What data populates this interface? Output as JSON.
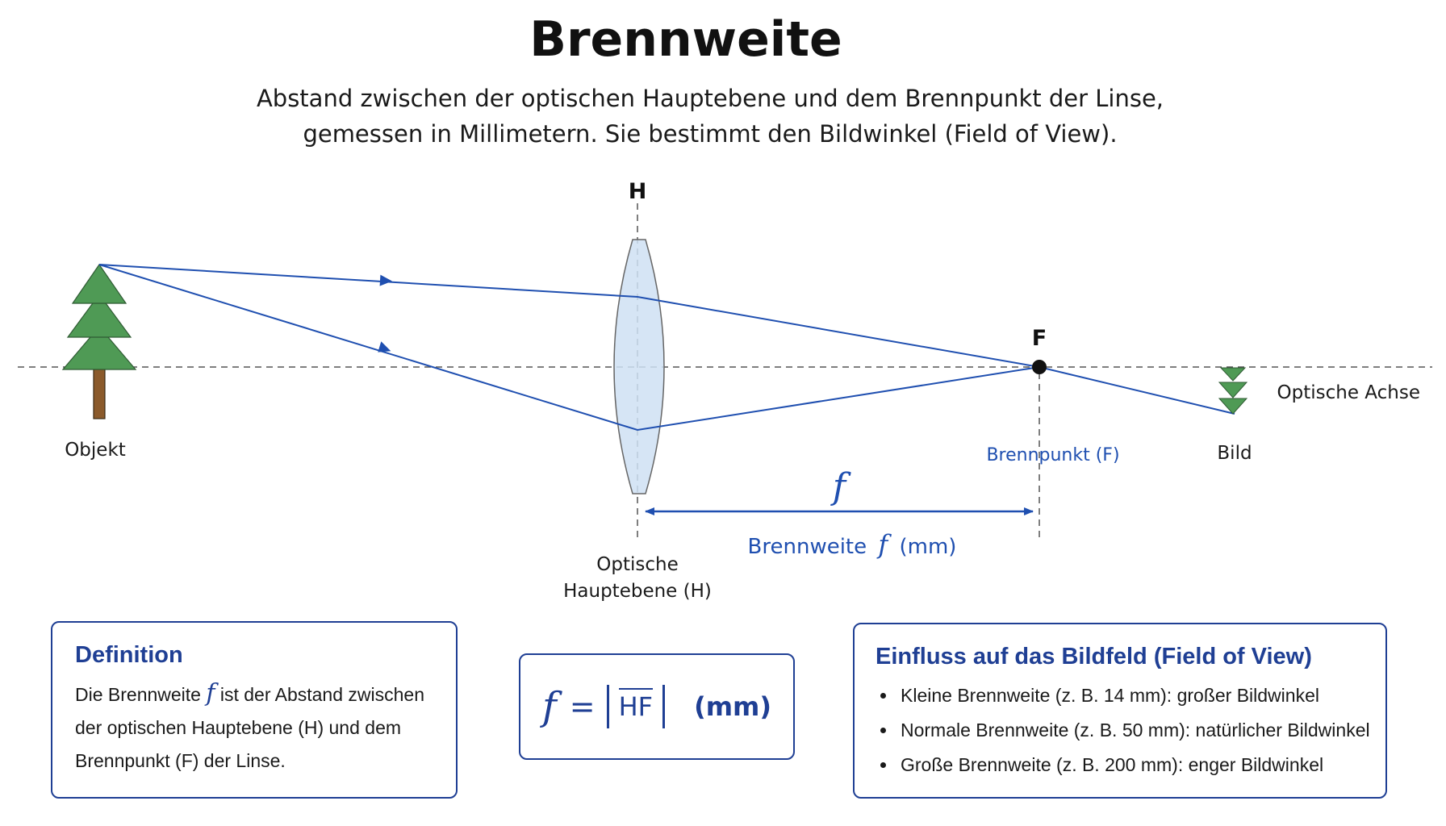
{
  "title": "Brennweite",
  "subtitle": {
    "line1": "Abstand zwischen der optischen Hauptebene und dem Brennpunkt der Linse,",
    "line2": "gemessen in Millimetern. Sie bestimmt den Bildwinkel (Field of View)."
  },
  "diagram": {
    "h_label": "H",
    "f_point_label": "F",
    "object_label": "Objekt",
    "image_label": "Bild",
    "axis_label": "Optische Achse",
    "focal_point_label": "Brennpunkt (F)",
    "principal_plane_line1": "Optische",
    "principal_plane_line2": "Hauptebene (H)",
    "f_symbol": "f",
    "focal_length_prefix": "Brennweite",
    "focal_length_suffix": "(mm)"
  },
  "definition": {
    "title": "Definition",
    "text_before_f": "Die Brennweite",
    "f_symbol": "f",
    "text_after_f": "ist der Abstand zwischen",
    "line2": "der optischen Hauptebene (H) und dem",
    "line3": "Brennpunkt (F) der Linse."
  },
  "formula": {
    "f_symbol": "f",
    "equals": "=",
    "segment": "HF",
    "unit": "(mm)"
  },
  "fov": {
    "title": "Einfluss auf das Bildfeld (Field of View)",
    "items": [
      "Kleine Brennweite (z. B. 14 mm): großer Bildwinkel",
      "Normale Brennweite (z. B. 50 mm): natürlicher Bildwinkel",
      "Große Brennweite (z. B. 200 mm): enger Bildwinkel"
    ]
  },
  "colors": {
    "ray": "#1f4fb0",
    "accent": "#1f3f94",
    "tree": "#4f9a55",
    "trunk": "#8b5a2b",
    "lens_fill": "#cfe0f3"
  },
  "icons": [
    "tree-icon",
    "inverted-tree-icon",
    "lens-icon",
    "focal-point-icon"
  ]
}
